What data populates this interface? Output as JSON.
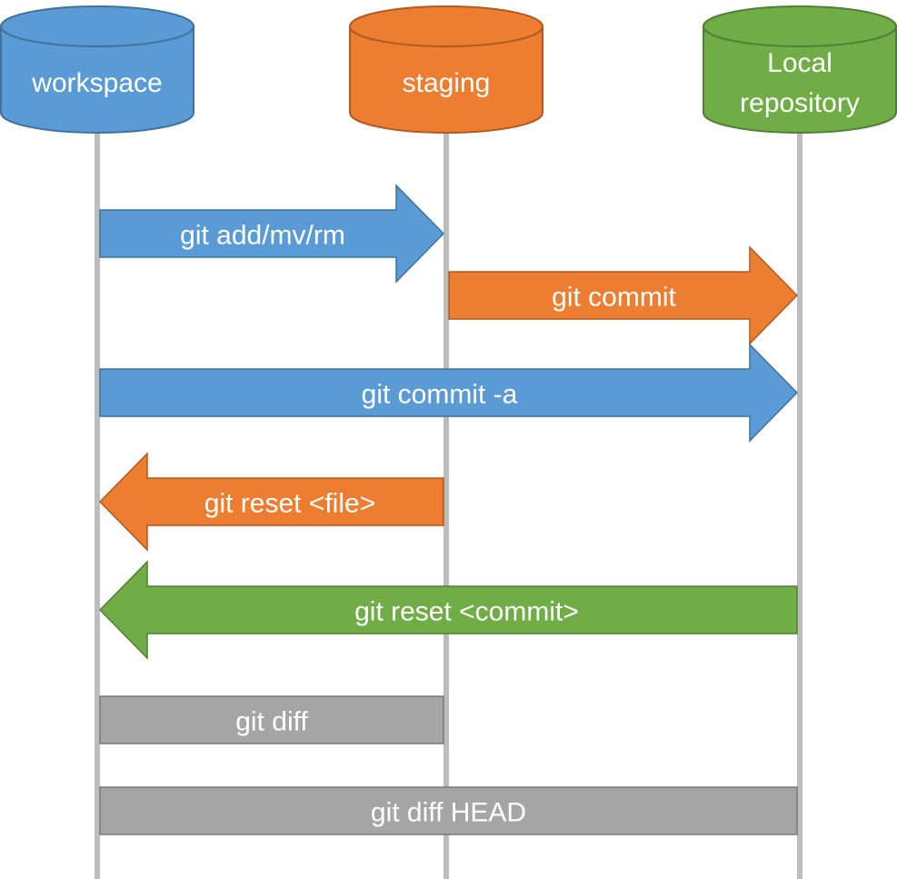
{
  "colors": {
    "blue": "#5b9bd5",
    "blue_stroke": "#41719c",
    "orange": "#ed7d31",
    "orange_stroke": "#ae5a21",
    "green": "#70ad47",
    "green_stroke": "#507e32",
    "gray": "#a5a5a5",
    "gray_stroke": "#787878",
    "lane_line": "#bdbdbd",
    "text": "#ffffff"
  },
  "lanes": [
    {
      "id": "workspace",
      "label_lines": [
        "workspace"
      ],
      "color": "blue"
    },
    {
      "id": "staging",
      "label_lines": [
        "staging"
      ],
      "color": "orange"
    },
    {
      "id": "local-repository",
      "label_lines": [
        "Local",
        "repository"
      ],
      "color": "green"
    }
  ],
  "commands": [
    {
      "id": "git-add-mv-rm",
      "label": "git add/mv/rm",
      "from": "workspace",
      "to": "staging",
      "kind": "arrow",
      "color": "blue"
    },
    {
      "id": "git-commit",
      "label": "git commit",
      "from": "staging",
      "to": "local-repository",
      "kind": "arrow",
      "color": "orange"
    },
    {
      "id": "git-commit-a",
      "label": "git commit -a",
      "from": "workspace",
      "to": "local-repository",
      "kind": "arrow",
      "color": "blue"
    },
    {
      "id": "git-reset-file",
      "label": "git reset <file>",
      "from": "staging",
      "to": "workspace",
      "kind": "arrow",
      "color": "orange"
    },
    {
      "id": "git-reset-commit",
      "label": "git reset <commit>",
      "from": "local-repository",
      "to": "workspace",
      "kind": "arrow",
      "color": "green"
    },
    {
      "id": "git-diff",
      "label": "git diff",
      "from": "workspace",
      "to": "staging",
      "kind": "bar",
      "color": "gray"
    },
    {
      "id": "git-diff-head",
      "label": "git diff HEAD",
      "from": "workspace",
      "to": "local-repository",
      "kind": "bar",
      "color": "gray"
    }
  ]
}
